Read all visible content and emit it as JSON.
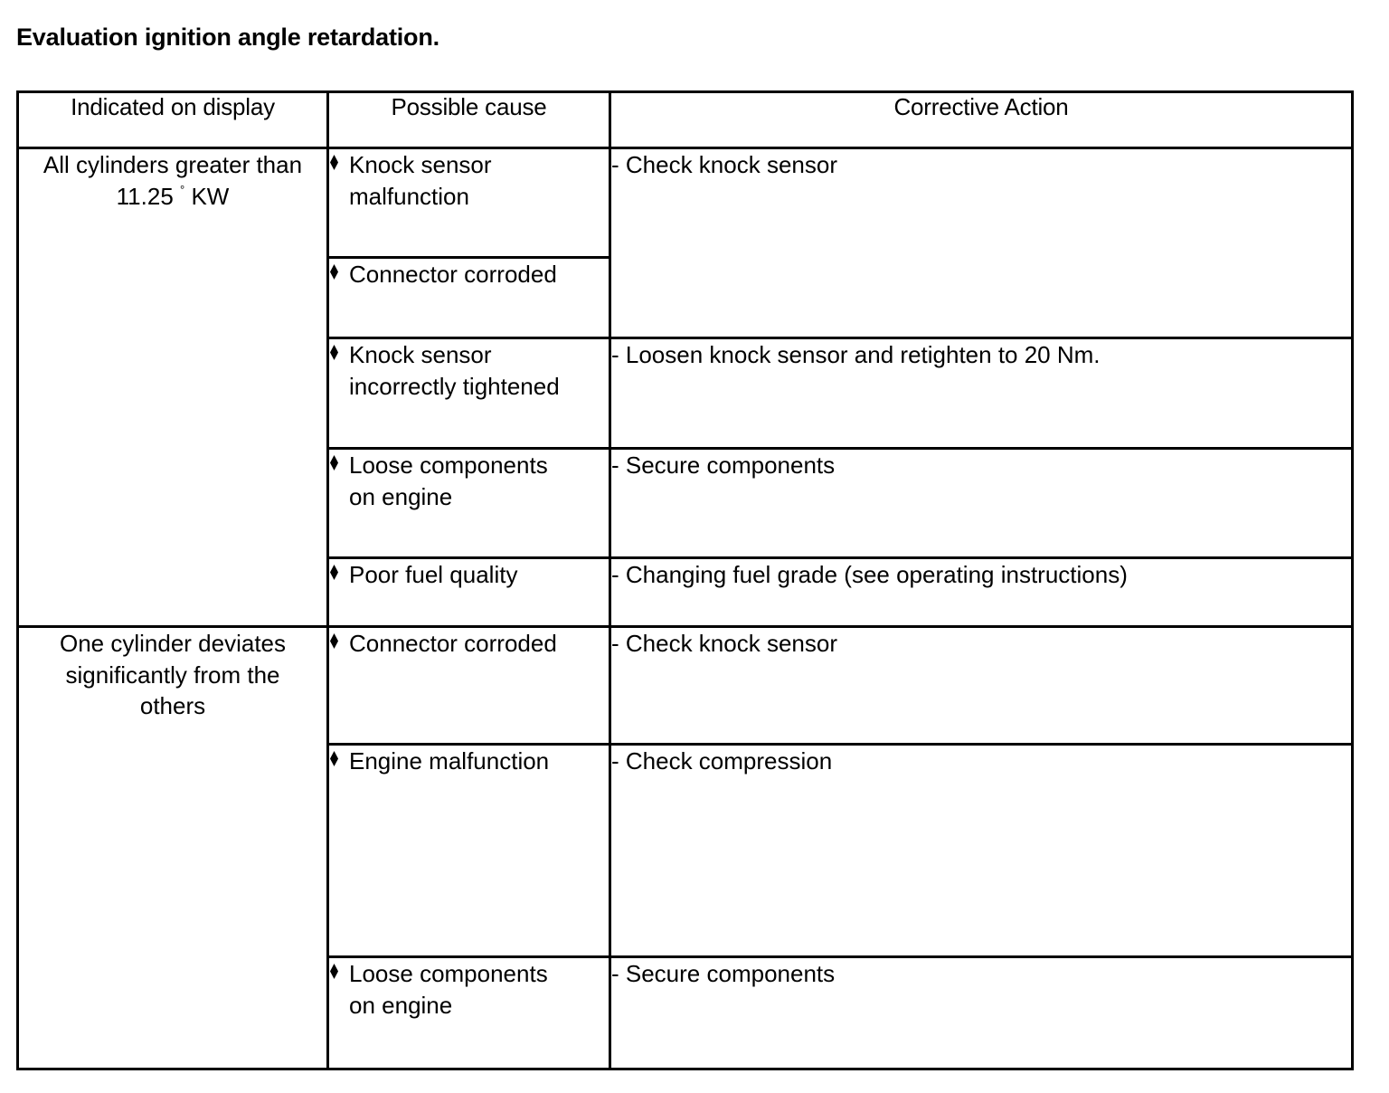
{
  "document": {
    "title": "Evaluation ignition angle retardation."
  },
  "table": {
    "headers": {
      "col1": "Indicated on display",
      "col2": "Possible cause",
      "col3": "Corrective Action"
    },
    "bullet_glyph": "filled-diamond",
    "groups": [
      {
        "indicated_on_display": {
          "line1": "All cylinders greater than",
          "line2_prefix": "11.25 ",
          "line2_superscript": "°",
          "line2_suffix": " KW"
        },
        "rows": [
          {
            "cause_line1": "Knock sensor",
            "cause_line2": "malfunction",
            "action": "- Check knock sensor",
            "action_spans_rows": 2
          },
          {
            "cause_line1": "Connector corroded",
            "cause_line2": "",
            "action": "",
            "action_spans_rows": 0
          },
          {
            "cause_line1": "Knock sensor",
            "cause_line2": "incorrectly tightened",
            "action": "- Loosen knock sensor and retighten to 20 Nm.",
            "action_spans_rows": 1
          },
          {
            "cause_line1": "Loose components",
            "cause_line2": "on engine",
            "action": "- Secure components",
            "action_spans_rows": 1
          },
          {
            "cause_line1": "Poor fuel quality",
            "cause_line2": "",
            "action": "- Changing fuel grade (see operating instructions)",
            "action_spans_rows": 1
          }
        ]
      },
      {
        "indicated_on_display": {
          "line1": "One cylinder deviates",
          "line2": "significantly from the",
          "line3": "others"
        },
        "rows": [
          {
            "cause_line1": "Connector corroded",
            "cause_line2": "",
            "action": "- Check knock sensor",
            "action_spans_rows": 1
          },
          {
            "cause_line1": "Engine malfunction",
            "cause_line2": "",
            "action": "- Check compression",
            "action_spans_rows": 1
          },
          {
            "cause_line1": "Loose components",
            "cause_line2": "on engine",
            "action": "- Secure components",
            "action_spans_rows": 1
          }
        ]
      }
    ]
  },
  "colors": {
    "text": "#000000",
    "border": "#000000",
    "background": "#ffffff"
  }
}
